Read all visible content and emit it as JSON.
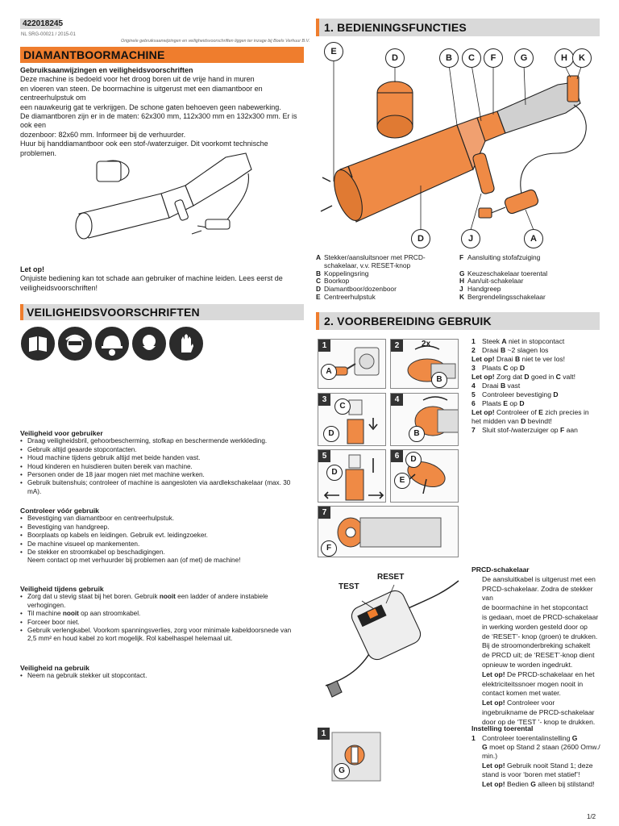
{
  "meta": {
    "article_number": "422018245",
    "doc_code": "NL SRG-00021 / 2015-01",
    "original_note": "Originele gebruiksaanwijzingen en veiligheidsvoorschriften liggen ter inzage bij Boels Verhuur B.V.",
    "page_number": "1/2"
  },
  "left": {
    "title": "DIAMANTBOORMACHINE",
    "intro_heading": "Gebruiksaanwijzingen en veiligheidsvoorschriften",
    "intro_lines": [
      "Deze machine is bedoeld voor het droog boren uit de vrije hand in muren",
      "en vloeren van steen. De boormachine is uitgerust met een diamantboor en centreerhulpstuk om",
      "een nauwkeurig gat te verkrijgen. De schone gaten behoeven geen nabewerking.",
      "De diamantboren zijn er in de maten: 62x300 mm, 112x300 mm en 132x300 mm. Er is ook een",
      "dozenboor: 82x60 mm. Informeer bij de verhuurder.",
      "Huur bij handdiamantboor ook een stof-/waterzuiger. Dit voorkomt technische problemen."
    ],
    "letop_heading": "Let op!",
    "letop_lines": [
      "Onjuiste bediening kan tot schade aan gebruiker of machine leiden. Lees eerst de",
      "veiligheidsvoorschriften!"
    ],
    "safety_title": "VEILIGHEIDSVOORSCHRIFTEN",
    "safety_icons": [
      "manual-icon",
      "goggles-ear-icon",
      "hard-hat-icon",
      "dust-mask-icon",
      "gloves-icon"
    ],
    "user_heading": "Veiligheid voor gebruiker",
    "user_items": [
      "Draag veiligheidsbril, gehoorbescherming, stofkap en beschermende werkkleding.",
      "Gebruik altijd geaarde stopcontacten.",
      "Houd machine tijdens gebruik altijd met beide handen vast.",
      "Houd kinderen en huisdieren buiten bereik van machine.",
      "Personen onder de 18 jaar mogen niet met machine werken.",
      "Gebruik buitenshuis; controleer of machine is aangesloten via aardlekschakelaar (max. 30 mA)."
    ],
    "before_heading": "Controleer vóór gebruik",
    "before_items": [
      "Bevestiging van diamantboor en centreerhulpstuk.",
      "Bevestiging van handgreep.",
      "Boorplaats op kabels en leidingen. Gebruik evt. leidingzoeker.",
      "De machine visueel op mankementen.",
      "De stekker en stroomkabel op beschadigingen."
    ],
    "before_extra": "Neem contact op met verhuurder bij problemen aan (of met) de machine!",
    "during_heading": "Veiligheid tijdens gebruik",
    "during_item1_a": "Zorg dat u stevig staat bij het boren. Gebruik ",
    "during_item1_b": "nooit",
    "during_item1_c": " een ladder of andere instabiele",
    "during_item1_d": "verhogingen.",
    "during_item2_a": "Til machine ",
    "during_item2_b": "nooit",
    "during_item2_c": " op aan stroomkabel.",
    "during_item3": "Forceer boor niet.",
    "during_item4_a": "Gebruik verlengkabel. Voorkom spanningsverlies, zorg voor minimale kabeldoorsnede van",
    "during_item4_b": "2,5 mm² en houd kabel zo kort mogelijk. Rol kabelhaspel helemaal uit.",
    "after_heading": "Veiligheid na gebruik",
    "after_items": [
      "Neem na gebruik stekker uit stopcontact."
    ]
  },
  "right": {
    "func_title": "1. BEDIENINGSFUNCTIES",
    "diagram_labels": [
      "E",
      "D",
      "B",
      "C",
      "F",
      "G",
      "H",
      "K",
      "D",
      "J",
      "A"
    ],
    "legend_left": [
      {
        "k": "A",
        "v": "Stekker/aansluitsnoer met PRCD-"
      },
      {
        "k": "",
        "v": "schakelaar, v.v. RESET-knop"
      },
      {
        "k": "B",
        "v": "Koppelingsring"
      },
      {
        "k": "C",
        "v": "Boorkop"
      },
      {
        "k": "D",
        "v": "Diamantboor/dozenboor"
      },
      {
        "k": "E",
        "v": "Centreerhulpstuk"
      }
    ],
    "legend_right": [
      {
        "k": "F",
        "v": "Aansluiting stofafzuiging"
      },
      {
        "k": "",
        "v": ""
      },
      {
        "k": "G",
        "v": "Keuzeschakelaar toerental"
      },
      {
        "k": "H",
        "v": "Aan/uit-schakelaar"
      },
      {
        "k": "J",
        "v": "Handgreep"
      },
      {
        "k": "K",
        "v": "Bergrendelingsschakelaar"
      }
    ],
    "prep_title": "2. VOORBEREIDING GEBRUIK",
    "panel_numbers": [
      "1",
      "2",
      "3",
      "4",
      "5",
      "6",
      "7"
    ],
    "panel_2x": "2x",
    "steps": {
      "s1": {
        "n": "1",
        "a": "Steek ",
        "b": "A",
        "c": " niet in stopcontact"
      },
      "s2": {
        "n": "2",
        "a": "Draai ",
        "b": "B",
        "c": " ~2 slagen los"
      },
      "s2l": {
        "a": "Let op!",
        "b": " Draai ",
        "c": "B",
        "d": " niet te ver los!"
      },
      "s3": {
        "n": "3",
        "a": "Plaats ",
        "b": "C",
        "c": " op ",
        "d": "D"
      },
      "s3l": {
        "a": "Let op!",
        "b": " Zorg dat ",
        "c": "D",
        "d": " goed in ",
        "e": "C",
        "f": " valt!"
      },
      "s4": {
        "n": "4",
        "a": "Draai ",
        "b": "B",
        "c": " vast"
      },
      "s5": {
        "n": "5",
        "a": "Controleer bevestiging ",
        "b": "D"
      },
      "s6": {
        "n": "6",
        "a": "Plaats ",
        "b": "E",
        "c": " op ",
        "d": "D"
      },
      "s6l": {
        "a": "Let op!",
        "b": " Controleer of ",
        "c": "E",
        "d": " zich precies in",
        "e": "het midden van ",
        "f": "D",
        "g": " bevindt!"
      },
      "s7": {
        "n": "7",
        "a": "Sluit stof-/waterzuiger op ",
        "b": "F",
        "c": " aan"
      }
    },
    "prcd": {
      "test_label": "TEST",
      "reset_label": "RESET",
      "heading": "PRCD-schakelaar",
      "lines": [
        "De aansluitkabel is uitgerust met een",
        "PRCD-schakelaar. Zodra de stekker van",
        "de boormachine in het stopcontact",
        "is gedaan, moet de PRCD-schakelaar",
        "in werking worden gesteld door op",
        "de ‘RESET’- knop (groen) te drukken.",
        "Bij de stroomonderbreking schakelt",
        "de PRCD uit; de ‘RESET’-knop dient",
        "opnieuw te worden ingedrukt."
      ],
      "letop1_a": "Let op!",
      "letop1_b": " De PRCD-schakelaar en het",
      "letop1_lines": [
        "elektriciteitssnoer mogen nooit in",
        "contact komen met water."
      ],
      "letop2_a": "Let op!",
      "letop2_b": " Controleer voor",
      "letop2_lines": [
        "ingebruikname de PRCD-schakelaar",
        "door op de ‘TEST ’- knop te drukken."
      ]
    },
    "speed": {
      "heading": "Instelling toerental",
      "s1_n": "1",
      "s1_a": "Controleer toerentalinstelling ",
      "s1_b": "G",
      "s1_line2_a": "G",
      "s1_line2_b": " moet op Stand 2 staan (2600 Omw./",
      "s1_line3": "min.)",
      "l1_a": "Let op!",
      "l1_b": "  Gebruik nooit Stand 1; deze",
      "l1_line2": "stand is voor ‘boren met statief’!",
      "l2_a": "Let op!",
      "l2_b": "  Bedien ",
      "l2_c": "G",
      "l2_d": " alleen bij stilstand!",
      "panel_number": "1",
      "callout": "G"
    }
  },
  "colors": {
    "accent": "#ef7d2d",
    "header_grey": "#d9d9d9",
    "ink": "#1a1a1a"
  }
}
